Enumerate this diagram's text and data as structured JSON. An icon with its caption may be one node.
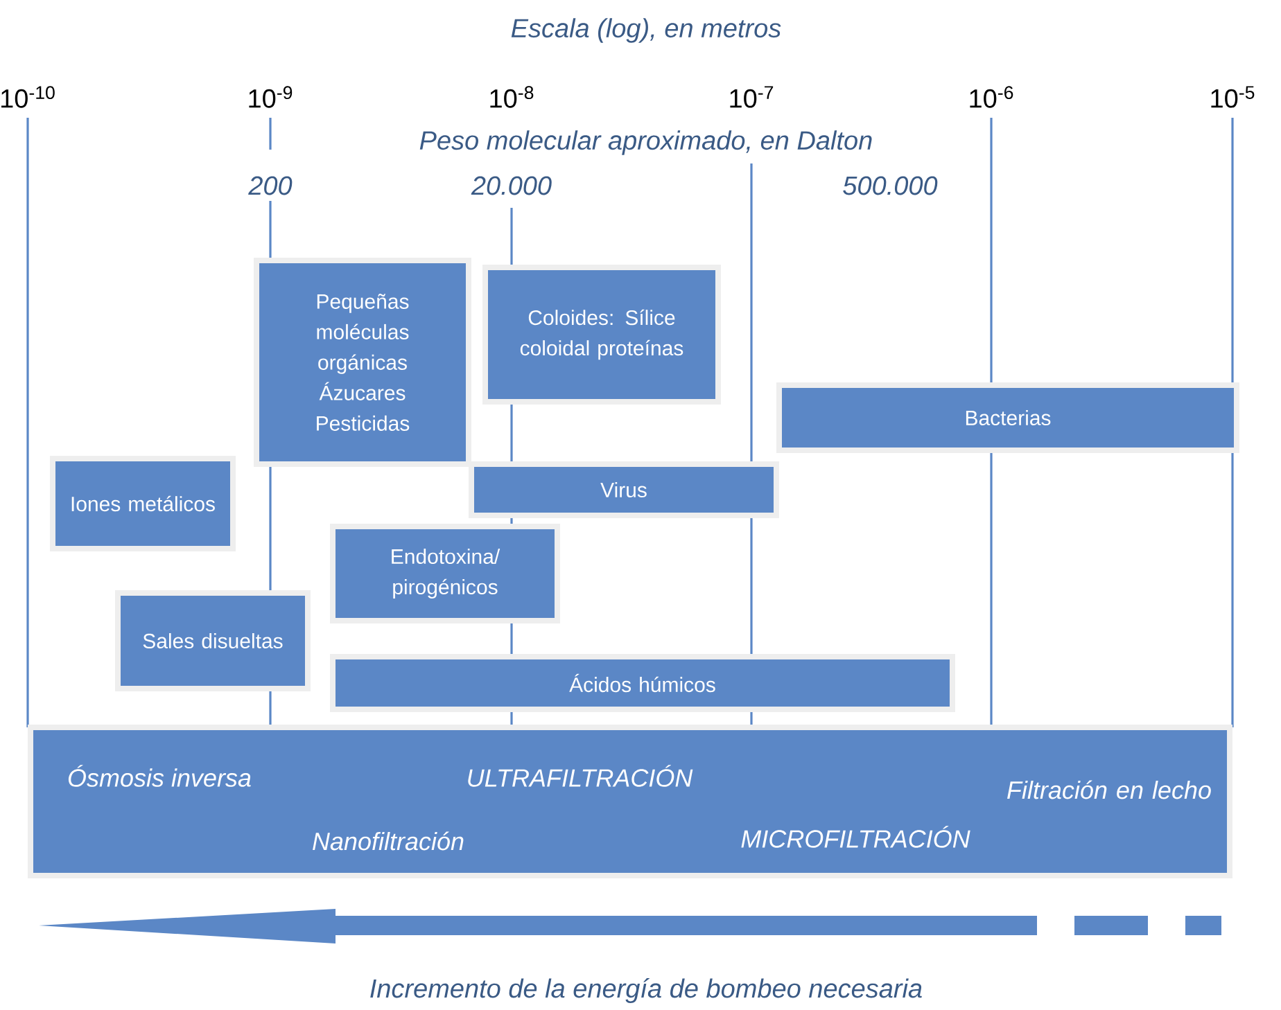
{
  "diagram": {
    "title": "Escala (log), en metros",
    "caption": "Incremento de la energía de bombeo necesaria",
    "nodes": [
      {
        "text": [
          "Pequeñas moléculas orgánicas Ázucares Pesticidas"
        ]
      },
      {
        "text": [
          "Coloides: Sílice coloidal proteínas"
        ]
      },
      {
        "text": [
          "Bacterias"
        ]
      },
      {
        "text": [
          "Iones metálicos"
        ]
      },
      {
        "text": [
          "Virus"
        ]
      },
      {
        "text": [
          "Endotoxina/ pirogénicos"
        ]
      },
      {
        "text": [
          "Sales disueltas"
        ]
      },
      {
        "text": [
          "Ácidos húmicos"
        ]
      },
      {
        "text": [
          "Ósmosis inversa",
          "ULTRAFILTRACIÓN",
          "Filtración en lecho",
          "Nanofiltración",
          "MICROFILTRACIÓN"
        ]
      }
    ],
    "labels": [
      "10$^{-10}$",
      "10$^{-9}$",
      "10$^{-8}$",
      "10$^{-7}$",
      "10$^{-6}$",
      "10$^{-5}$",
      "Peso molecular aproximado, en Dalton",
      "200",
      "20.000",
      "500.000"
    ]
  }
}
